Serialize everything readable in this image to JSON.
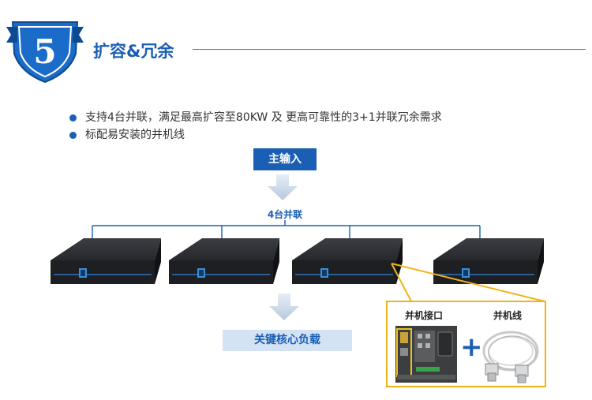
{
  "section": {
    "number": "5",
    "title": "扩容&冗余"
  },
  "bullets": [
    "支持4台并联，满足最高扩容至80KW 及 更高可靠性的3+1并联冗余需求",
    "标配易安装的并机线"
  ],
  "diagram": {
    "main_input": "主输入",
    "parallel": "4台并联",
    "critical_load": "关键核心负载",
    "parallel_port": "并机接口",
    "parallel_cable": "并机线",
    "plus": "+"
  },
  "colors": {
    "accent": "#1a5fb4",
    "callout_border": "#f0b419",
    "load_box": "#d3e3f3"
  }
}
